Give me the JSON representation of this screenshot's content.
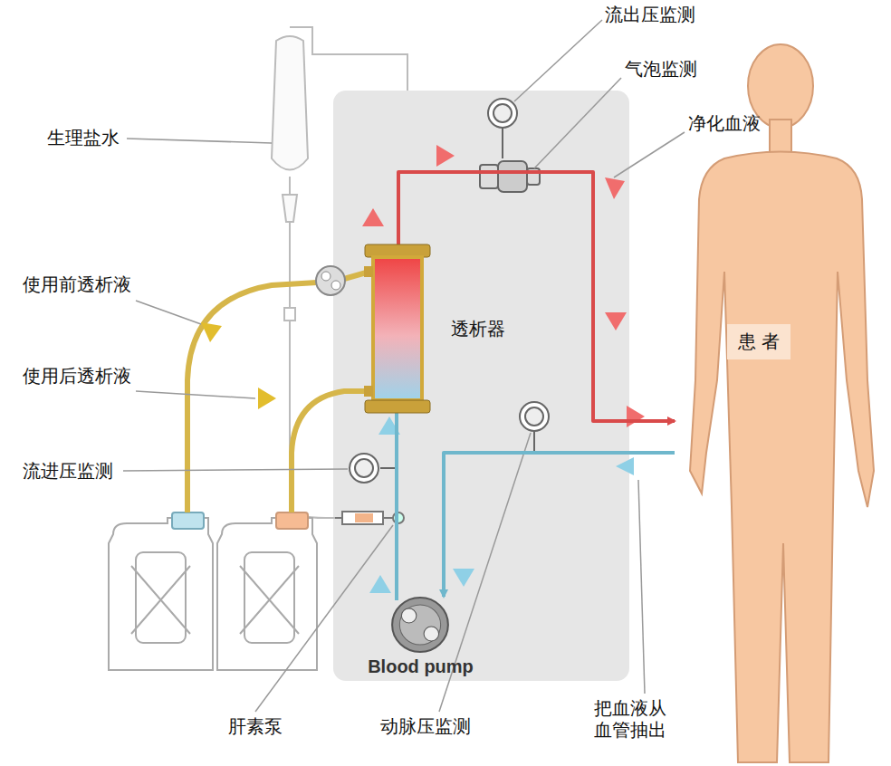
{
  "diagram": {
    "nodes": [
      {
        "text": [
          "透析器"
        ]
      },
      {
        "text": [
          "患 者"
        ]
      },
      {
        "text": [
          "Blood pump"
        ]
      }
    ],
    "edges": [
      {
        "from": 1,
        "to": 2,
        "arrow": "to"
      },
      {
        "from": 2,
        "to": 0,
        "arrow": "to"
      },
      {
        "from": 0,
        "to": 1,
        "arrow": "to"
      }
    ],
    "labels": [
      "流出压监测",
      "气泡监测",
      "净化血液",
      "生理盐水",
      "使用前透析液",
      "使用后透析液",
      "流进压监测",
      "肝素泵",
      "动脉压监测",
      "把血液从 血管抽出"
    ]
  }
}
